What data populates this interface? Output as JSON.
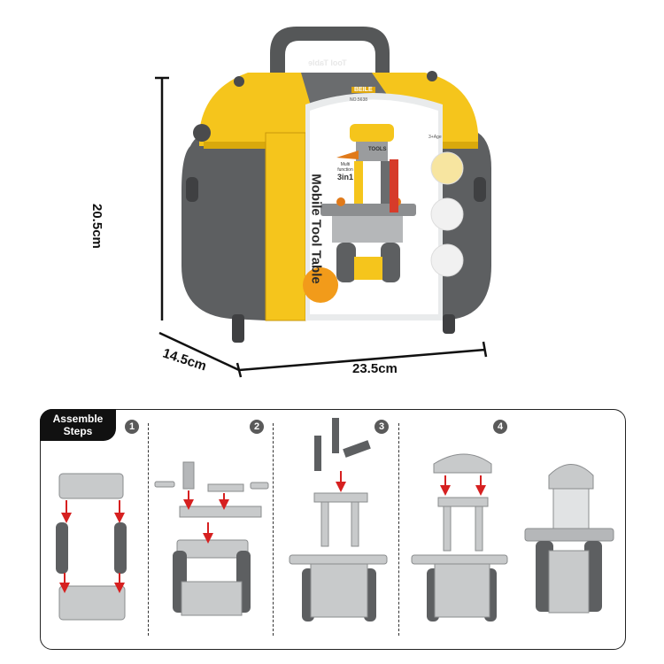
{
  "dimensions": {
    "height": "20.5cm",
    "depth": "14.5cm",
    "width": "23.5cm"
  },
  "box": {
    "top_label": "Tool Table",
    "title": "Mobile Tool Table",
    "brand": "BEILE",
    "brand_sub": "NO.5638",
    "badge_line1": "Multi",
    "badge_line2": "function",
    "badge_main": "3in1",
    "hood_label": "TOOLS",
    "age": "3+Age",
    "colors": {
      "yellow": "#f5c51c",
      "gray": "#5d5f61",
      "light_gray": "#d6d8d9"
    }
  },
  "assembly": {
    "tag": "Assemble Steps",
    "steps": [
      "1",
      "2",
      "3",
      "4"
    ]
  }
}
